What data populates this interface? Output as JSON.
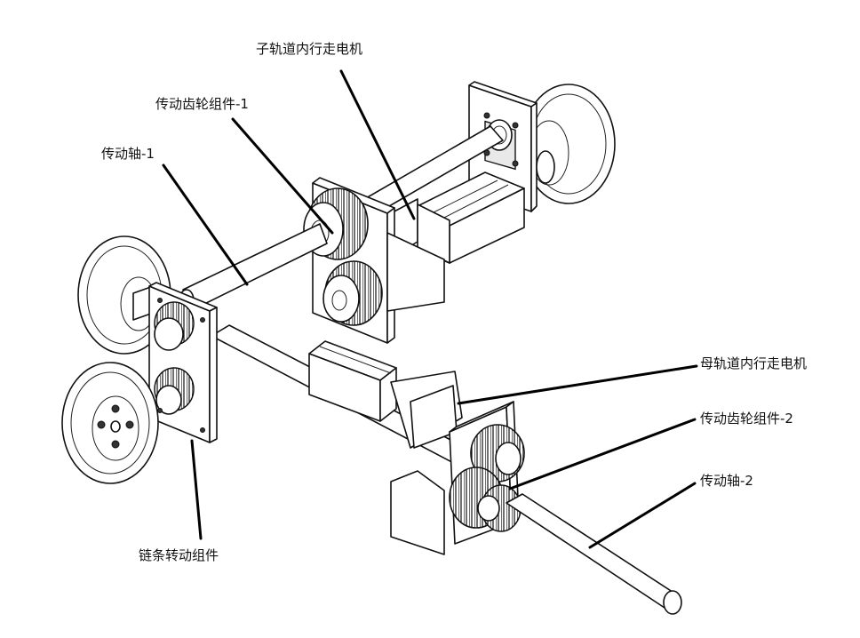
{
  "labels": {
    "sub_rail_motor": "子轨道内行走电机",
    "gear_assembly_1": "传动齿轮组件-1",
    "drive_shaft_1": "传动轴-1",
    "main_rail_motor": "母轨道内行走电机",
    "gear_assembly_2": "传动齿轮组件-2",
    "drive_shaft_2": "传动轴-2",
    "chain_assembly": "链条转动组件"
  }
}
